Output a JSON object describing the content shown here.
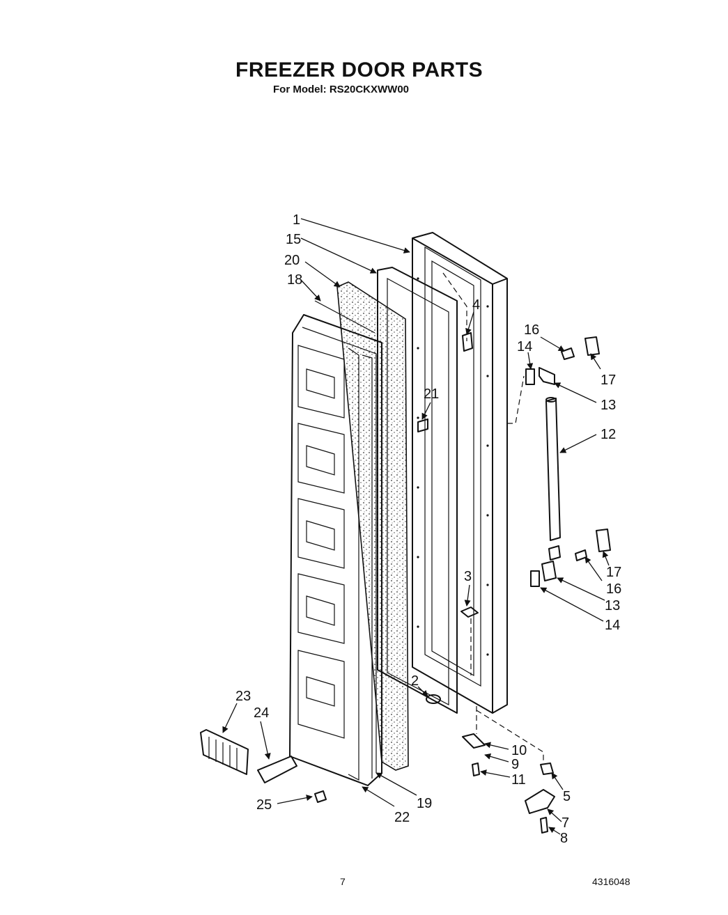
{
  "header": {
    "title": "FREEZER DOOR PARTS",
    "subtitle": "For Model: RS20CKXWW00"
  },
  "footer": {
    "page_number": "7",
    "document_number": "4316048"
  },
  "callouts": [
    {
      "id": "c1",
      "label": "1"
    },
    {
      "id": "c15",
      "label": "15"
    },
    {
      "id": "c20",
      "label": "20"
    },
    {
      "id": "c18",
      "label": "18"
    },
    {
      "id": "c4",
      "label": "4"
    },
    {
      "id": "c16a",
      "label": "16"
    },
    {
      "id": "c14a",
      "label": "14"
    },
    {
      "id": "c17a",
      "label": "17"
    },
    {
      "id": "c21",
      "label": "21"
    },
    {
      "id": "c13a",
      "label": "13"
    },
    {
      "id": "c12",
      "label": "12"
    },
    {
      "id": "c3",
      "label": "3"
    },
    {
      "id": "c17b",
      "label": "17"
    },
    {
      "id": "c16b",
      "label": "16"
    },
    {
      "id": "c13b",
      "label": "13"
    },
    {
      "id": "c14b",
      "label": "14"
    },
    {
      "id": "c2",
      "label": "2"
    },
    {
      "id": "c23",
      "label": "23"
    },
    {
      "id": "c24",
      "label": "24"
    },
    {
      "id": "c10",
      "label": "10"
    },
    {
      "id": "c9",
      "label": "9"
    },
    {
      "id": "c11",
      "label": "11"
    },
    {
      "id": "c5",
      "label": "5"
    },
    {
      "id": "c25",
      "label": "25"
    },
    {
      "id": "c19",
      "label": "19"
    },
    {
      "id": "c22",
      "label": "22"
    },
    {
      "id": "c7",
      "label": "7"
    },
    {
      "id": "c8",
      "label": "8"
    }
  ]
}
